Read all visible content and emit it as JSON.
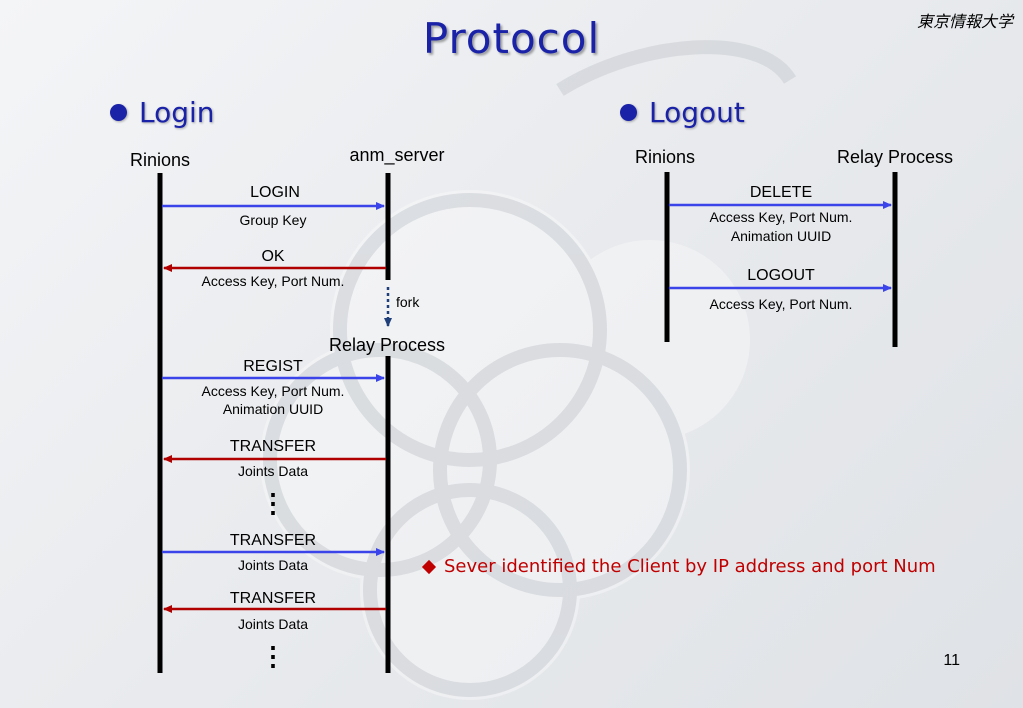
{
  "slide": {
    "title": "Protocol",
    "university": "東京情報大学",
    "page_number": "11",
    "note": "Sever identified the Client by IP address and port Num",
    "colors": {
      "title": "#1a22a8",
      "request_arrow": "#3a44e8",
      "response_arrow": "#b00000",
      "fork_arrow": "#1f3f7a",
      "note": "#c00000"
    }
  },
  "login": {
    "heading": "Login",
    "lifelines": {
      "client": "Rinions",
      "server": "anm_server",
      "relay": "Relay Process"
    },
    "fork_label": "fork",
    "messages": [
      {
        "label": "LOGIN",
        "detail": [
          "Group Key"
        ],
        "direction": "right"
      },
      {
        "label": "OK",
        "detail": [
          "Access Key, Port Num."
        ],
        "direction": "left"
      },
      {
        "label": "REGIST",
        "detail": [
          "Access Key, Port Num.",
          "Animation UUID"
        ],
        "direction": "right"
      },
      {
        "label": "TRANSFER",
        "detail": [
          "Joints Data"
        ],
        "direction": "left"
      },
      {
        "label": "TRANSFER",
        "detail": [
          "Joints Data"
        ],
        "direction": "right"
      },
      {
        "label": "TRANSFER",
        "detail": [
          "Joints Data"
        ],
        "direction": "left"
      }
    ],
    "ellipsis": [
      "⋮",
      "⋮"
    ]
  },
  "logout": {
    "heading": "Logout",
    "lifelines": {
      "client": "Rinions",
      "relay": "Relay Process"
    },
    "messages": [
      {
        "label": "DELETE",
        "detail": [
          "Access Key, Port Num.",
          "Animation UUID"
        ],
        "direction": "right"
      },
      {
        "label": "LOGOUT",
        "detail": [
          "Access Key, Port Num."
        ],
        "direction": "right"
      }
    ]
  }
}
